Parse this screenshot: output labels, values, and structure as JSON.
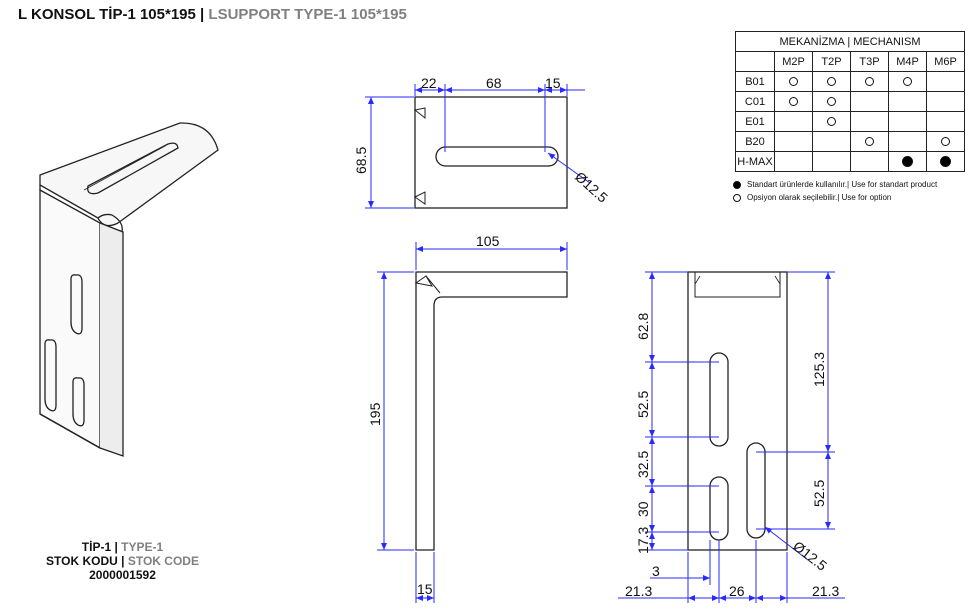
{
  "title": {
    "tr": "L KONSOL TİP-1 105*195",
    "sep": " | ",
    "en": "LSUPPORT TYPE-1 105*195"
  },
  "info": {
    "type_tr": "TİP-1",
    "type_en": "TYPE-1",
    "stock_tr": "STOK KODU",
    "stock_en": "STOK CODE",
    "code": "2000001592"
  },
  "mechanism": {
    "header": "MEKANİZMA | MECHANISM",
    "columns": [
      "M2P",
      "T2P",
      "T3P",
      "M4P",
      "M6P"
    ],
    "rows": [
      {
        "label": "B01",
        "cells": [
          "open",
          "open",
          "open",
          "open",
          ""
        ]
      },
      {
        "label": "C01",
        "cells": [
          "open",
          "open",
          "",
          "",
          ""
        ]
      },
      {
        "label": "E01",
        "cells": [
          "",
          "open",
          "",
          "",
          ""
        ]
      },
      {
        "label": "B20",
        "cells": [
          "",
          "",
          "open",
          "",
          "open"
        ]
      },
      {
        "label": "H-MAX",
        "cells": [
          "",
          "",
          "",
          "filled",
          "filled"
        ]
      }
    ]
  },
  "legend": {
    "standard": "Standart ürünlerde kullanılır.| Use for standart product",
    "option": "Opsiyon olarak seçilebilir.| Use for option"
  },
  "dimensions": {
    "top_22": "22",
    "top_68": "68",
    "top_15": "15",
    "top_68_5": "68.5",
    "top_dia": "Ø12.5",
    "side_105": "105",
    "side_195": "195",
    "side_15": "15",
    "front_62_8": "62.8",
    "front_52_5a": "52.5",
    "front_32_5": "32.5",
    "front_30": "30",
    "front_17_3": "17.3",
    "front_125_3": "125.3",
    "front_52_5b": "52.5",
    "front_3": "3",
    "front_21_3a": "21.3",
    "front_26": "26",
    "front_21_3b": "21.3",
    "front_dia": "Ø12.5"
  }
}
